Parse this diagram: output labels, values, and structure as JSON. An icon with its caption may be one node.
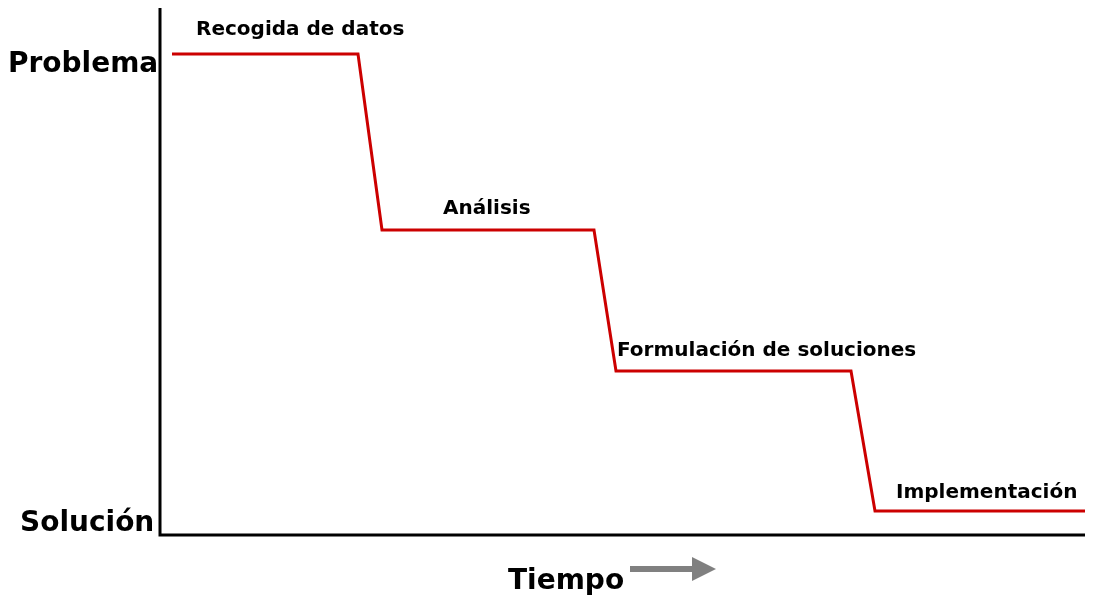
{
  "diagram": {
    "labels": [
      "Recogida de datos",
      "Problema",
      "Análisis",
      "Formulación de soluciones",
      "Implementación",
      "Solución",
      "Tiempo"
    ]
  }
}
